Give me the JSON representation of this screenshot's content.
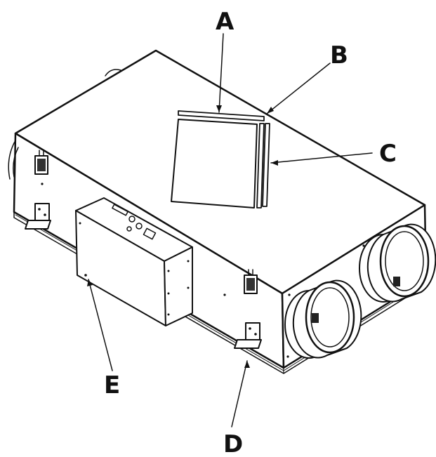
{
  "diagram": {
    "labels": {
      "a": "A",
      "b": "B",
      "c": "C",
      "d": "D",
      "e": "E"
    },
    "colors": {
      "ink": "#111111",
      "background": "#ffffff"
    }
  }
}
